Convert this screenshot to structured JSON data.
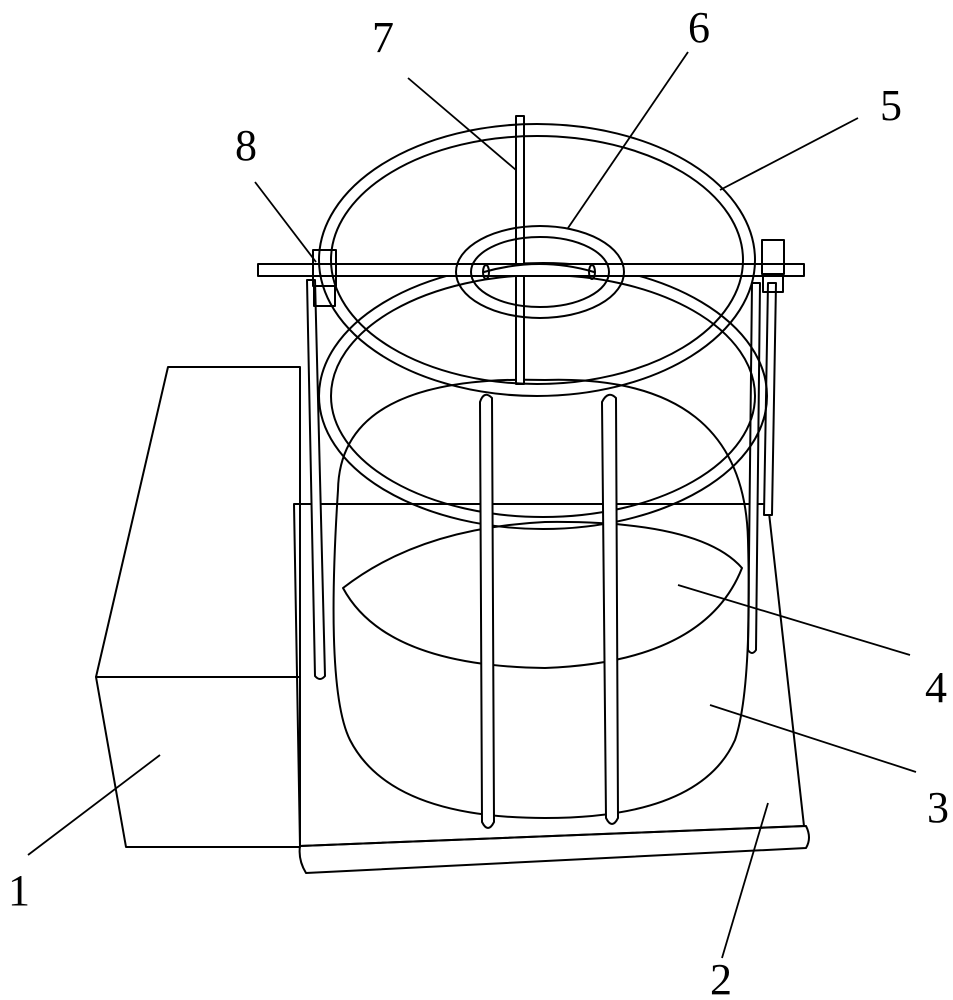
{
  "figure": {
    "labels": {
      "l1": "1",
      "l2": "2",
      "l3": "3",
      "l4": "4",
      "l5": "5",
      "l6": "6",
      "l7": "7",
      "l8": "8"
    }
  }
}
